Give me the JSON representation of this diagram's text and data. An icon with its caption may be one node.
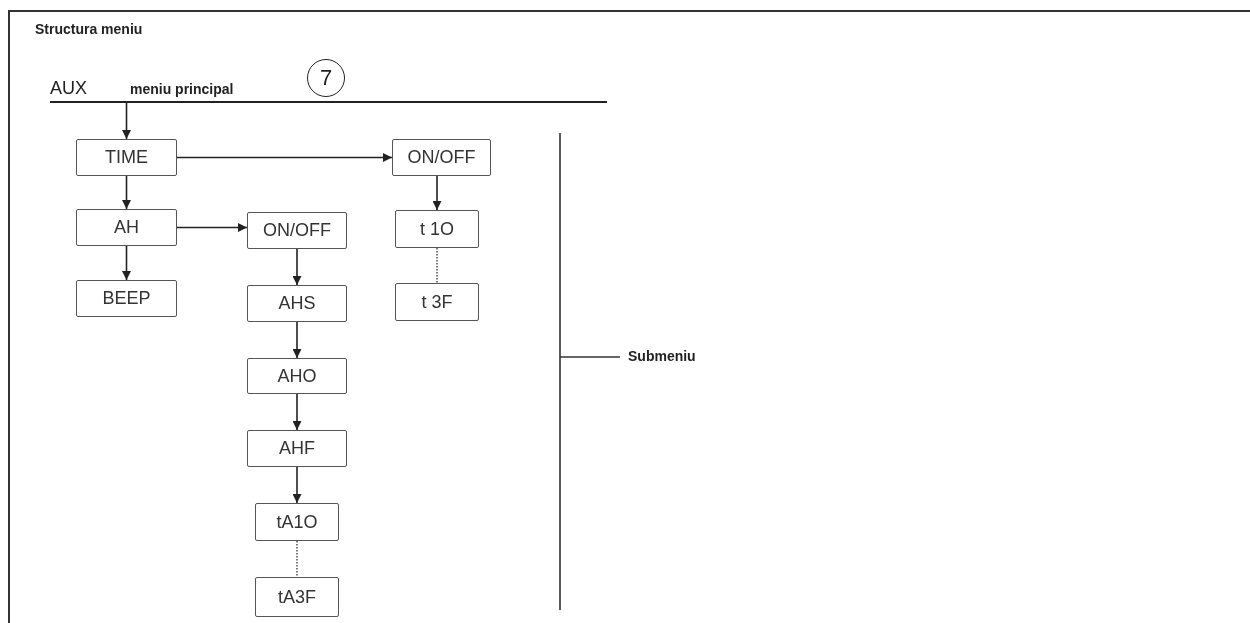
{
  "diagram": {
    "title": "Structura meniu",
    "nodes": [
      {
        "text": [
          "AUX",
          "meniu principal"
        ]
      },
      {
        "text": [
          "TIME"
        ]
      },
      {
        "text": [
          "ON/OFF"
        ]
      },
      {
        "text": [
          "AH"
        ]
      },
      {
        "text": [
          "ON/OFF"
        ]
      },
      {
        "text": [
          "t 1O"
        ]
      },
      {
        "text": [
          "BEEP"
        ]
      },
      {
        "text": [
          "AHS"
        ]
      },
      {
        "text": [
          "t 3F"
        ]
      },
      {
        "text": [
          "AHO"
        ]
      },
      {
        "text": [
          "AHF"
        ]
      },
      {
        "text": [
          "tA1O"
        ]
      },
      {
        "text": [
          "tA3F"
        ]
      }
    ],
    "edges": [
      {
        "from": 0,
        "to": 1,
        "arrow": "to"
      },
      {
        "from": 1,
        "to": 2,
        "arrow": "to"
      },
      {
        "from": 1,
        "to": 3,
        "arrow": "to"
      },
      {
        "from": 3,
        "to": 4,
        "arrow": "to"
      },
      {
        "from": 3,
        "to": 6,
        "arrow": "to"
      },
      {
        "from": 2,
        "to": 5,
        "arrow": "to"
      },
      {
        "from": 5,
        "to": 8,
        "arrow": "none",
        "style": "dashed"
      },
      {
        "from": 4,
        "to": 7,
        "arrow": "to"
      },
      {
        "from": 7,
        "to": 9,
        "arrow": "to"
      },
      {
        "from": 9,
        "to": 10,
        "arrow": "to"
      },
      {
        "from": 10,
        "to": 11,
        "arrow": "to"
      },
      {
        "from": 11,
        "to": 12,
        "arrow": "none",
        "style": "dashed"
      }
    ],
    "labels": [
      "7",
      "Submeniu"
    ]
  }
}
